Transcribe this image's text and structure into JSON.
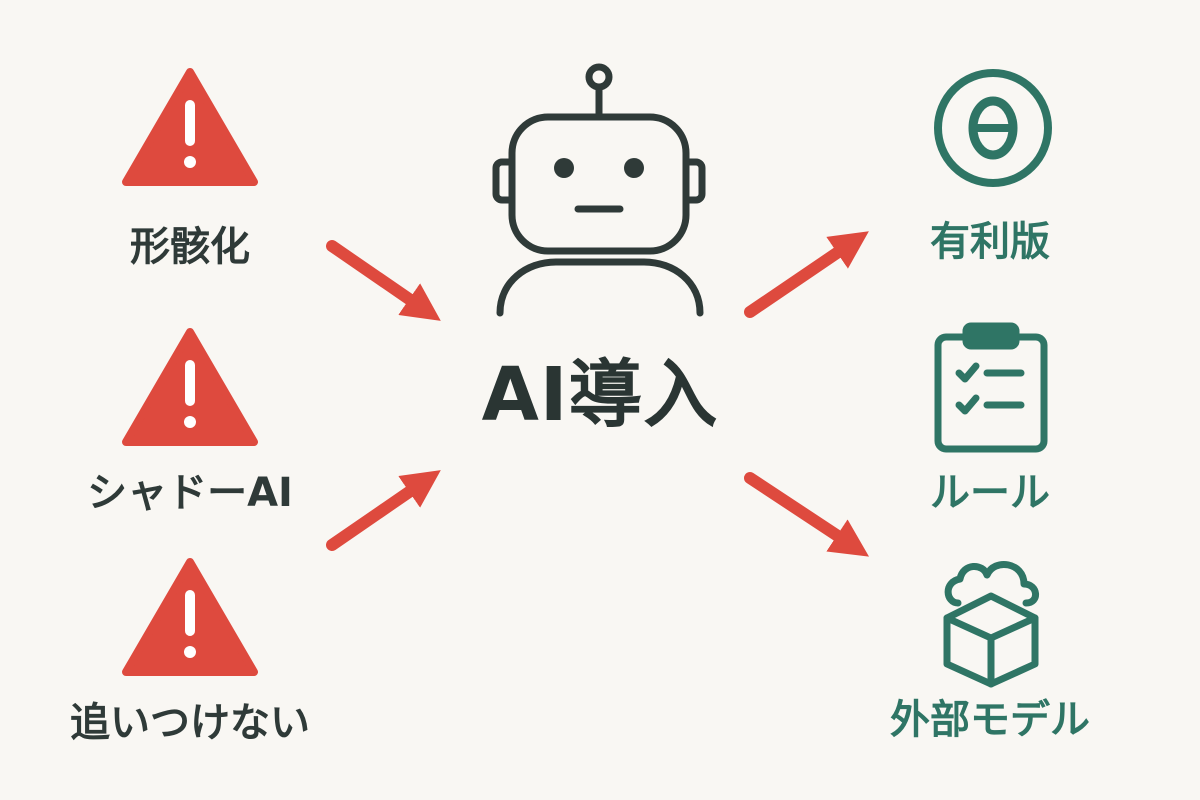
{
  "colors": {
    "background": "#f9f7f3",
    "risk_red": "#de4a3e",
    "arrow_red": "#de4a3e",
    "solution_green": "#2f7565",
    "robot_dark": "#2f3a38"
  },
  "risks": [
    {
      "label": "形骸化",
      "icon": "warning-icon"
    },
    {
      "label": "シャドーAI",
      "icon": "warning-icon"
    },
    {
      "label": "追いつけない",
      "icon": "warning-icon"
    }
  ],
  "center": {
    "label": "AI導入",
    "icon": "robot-icon"
  },
  "solutions": [
    {
      "label": "有利版",
      "icon": "coin-icon"
    },
    {
      "label": "ルール",
      "icon": "clipboard-checklist-icon"
    },
    {
      "label": "外部モデル",
      "icon": "cloud-box-icon"
    }
  ]
}
